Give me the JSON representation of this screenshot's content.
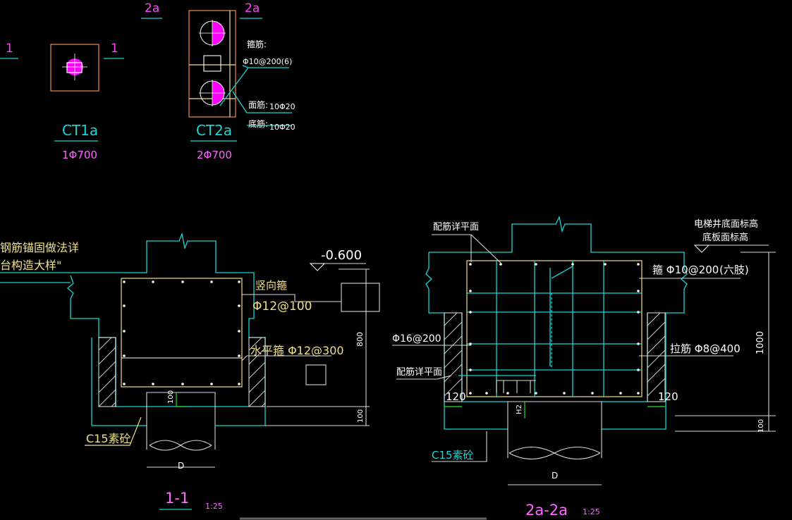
{
  "plan": {
    "ct1": {
      "name": "CT1a",
      "spec": "1Φ700",
      "cut_left": "1",
      "cut_right": "1"
    },
    "ct2": {
      "name": "CT2a",
      "spec": "2Φ700",
      "cut_left": "2a",
      "cut_right": "2a",
      "stirrup_label": "箍筋:",
      "stirrup_spec": "Φ10@200(6)",
      "top_bar_label": "面筋:",
      "top_bar_spec": "10Φ20",
      "bottom_bar_label": "底筋:",
      "bottom_bar_spec": "10Φ20"
    }
  },
  "section11": {
    "note_line1": "钢筋锚固做法详",
    "note_line2": "台构造大样\"",
    "elevation": "-0.600",
    "vertical_stirrup": "竖向箍",
    "vertical_spec": "Φ12@100",
    "horizontal_stirrup": "水平箍 Φ12@300",
    "dim_800": "800",
    "dim_100a": "100",
    "dim_100b": "100",
    "concrete": "C15素砼",
    "dia": "D",
    "title": "1-1",
    "scale": "1:25"
  },
  "section2a": {
    "rebar_detail_top": "配筋详平面",
    "rebar_detail_bottom": "配筋详平面",
    "pit_elev_line1": "电梯井底面标高",
    "pit_elev_line2": "底板面标高",
    "stirrup": "箍 Φ10@200",
    "stirrup_legs": "(六肢)",
    "side_bar": "Φ16@200",
    "tie_bar": "拉筋 Φ8@400",
    "dim_120_left": "120",
    "dim_120_right": "120",
    "dim_1000": "1000",
    "dim_100": "100",
    "h2": "H2",
    "concrete": "C15素砼",
    "dia": "D",
    "title": "2a-2a",
    "scale": "1:25"
  },
  "colors": {
    "cyan": "#17d6d6",
    "yellow": "#f0e08a",
    "magenta": "#ff00ff",
    "orange": "#ff9a50",
    "pink": "#ff66ff",
    "white": "#d8d8d8",
    "green": "#26e026"
  }
}
